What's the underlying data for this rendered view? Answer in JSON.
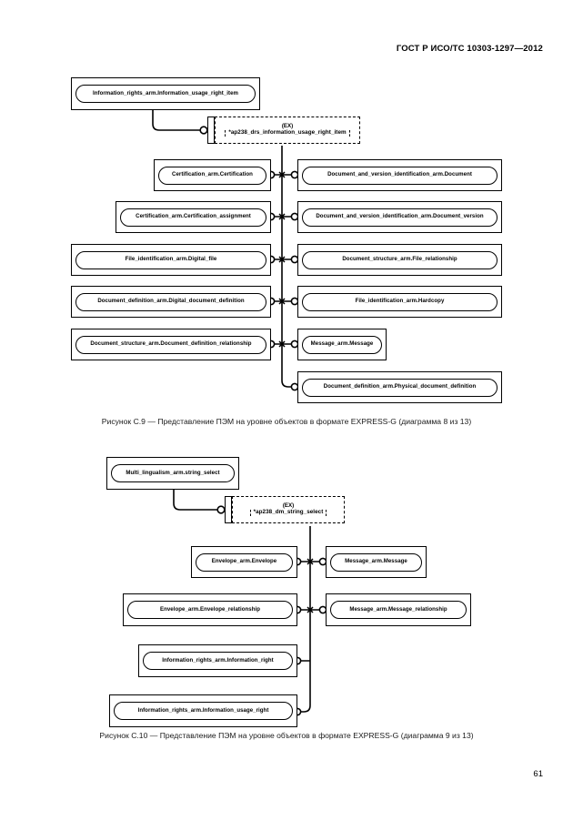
{
  "page": {
    "header": "ГОСТ Р ИСО/ТС 10303-1297—2012",
    "number": "61"
  },
  "figures": [
    {
      "id": "C.9",
      "caption": "Рисунок  С.9 — Представление ПЭМ на уровне объектов в формате EXPRESS-G (диаграмма 8 из 13)",
      "root": "Information_rights_arm.Information_usage_right_item",
      "ex_tag": "(EX)",
      "ex_name": "*ap238_drs_information_usage_right_item",
      "left_column": [
        "Certification_arm.Certification",
        "Certification_arm.Certification_assignment",
        "File_identification_arm.Digital_file",
        "Document_definition_arm.Digital_document_definition",
        "Document_structure_arm.Document_definition_relationship"
      ],
      "right_column": [
        "Document_and_version_identification_arm.Document",
        "Document_and_version_identification_arm.Document_version",
        "Document_structure_arm.File_relationship",
        "File_identification_arm.Hardcopy",
        "Message_arm.Message",
        "Document_definition_arm.Physical_document_definition"
      ]
    },
    {
      "id": "C.10",
      "caption": "Рисунок  С.10 — Представление ПЭМ на уровне объектов в формате EXPRESS-G (диаграмма 9 из 13)",
      "root": "Multi_lingualism_arm.string_select",
      "ex_tag": "(EX)",
      "ex_name": "*ap238_dm_string_select",
      "left_column": [
        "Envelope_arm.Envelope",
        "Envelope_arm.Envelope_relationship",
        "Information_rights_arm.Information_right",
        "Information_rights_arm.Information_usage_right"
      ],
      "right_column": [
        "Message_arm.Message",
        "Message_arm.Message_relationship"
      ]
    }
  ],
  "colors": {
    "ink": "#000000",
    "paper": "#ffffff"
  }
}
